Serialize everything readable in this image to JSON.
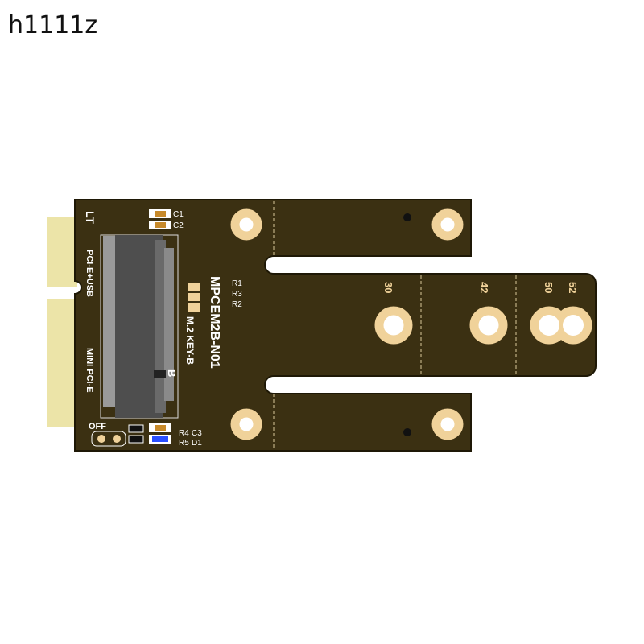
{
  "watermark": "h1111z",
  "board": {
    "model": "MPCEM2B-N01",
    "slot_label": "M.2 KEY-B",
    "key_label": "B",
    "interface_label": "PCI-E+USB",
    "host_label": "MINI PCI-E",
    "lt_label": "LT",
    "off_label": "OFF",
    "components": {
      "c1": "C1",
      "c2": "C2",
      "r1": "R1",
      "r3": "R3",
      "r2": "R2",
      "r4": "R4",
      "c3": "C3",
      "r5": "R5",
      "d1": "D1"
    },
    "lengths": [
      "30",
      "42",
      "50",
      "52"
    ]
  },
  "colors": {
    "pcb": "#3b3012",
    "gold": "#f0d29a",
    "finger": "#ece4a8",
    "connector": "#555555",
    "led": "#2a4fff"
  }
}
